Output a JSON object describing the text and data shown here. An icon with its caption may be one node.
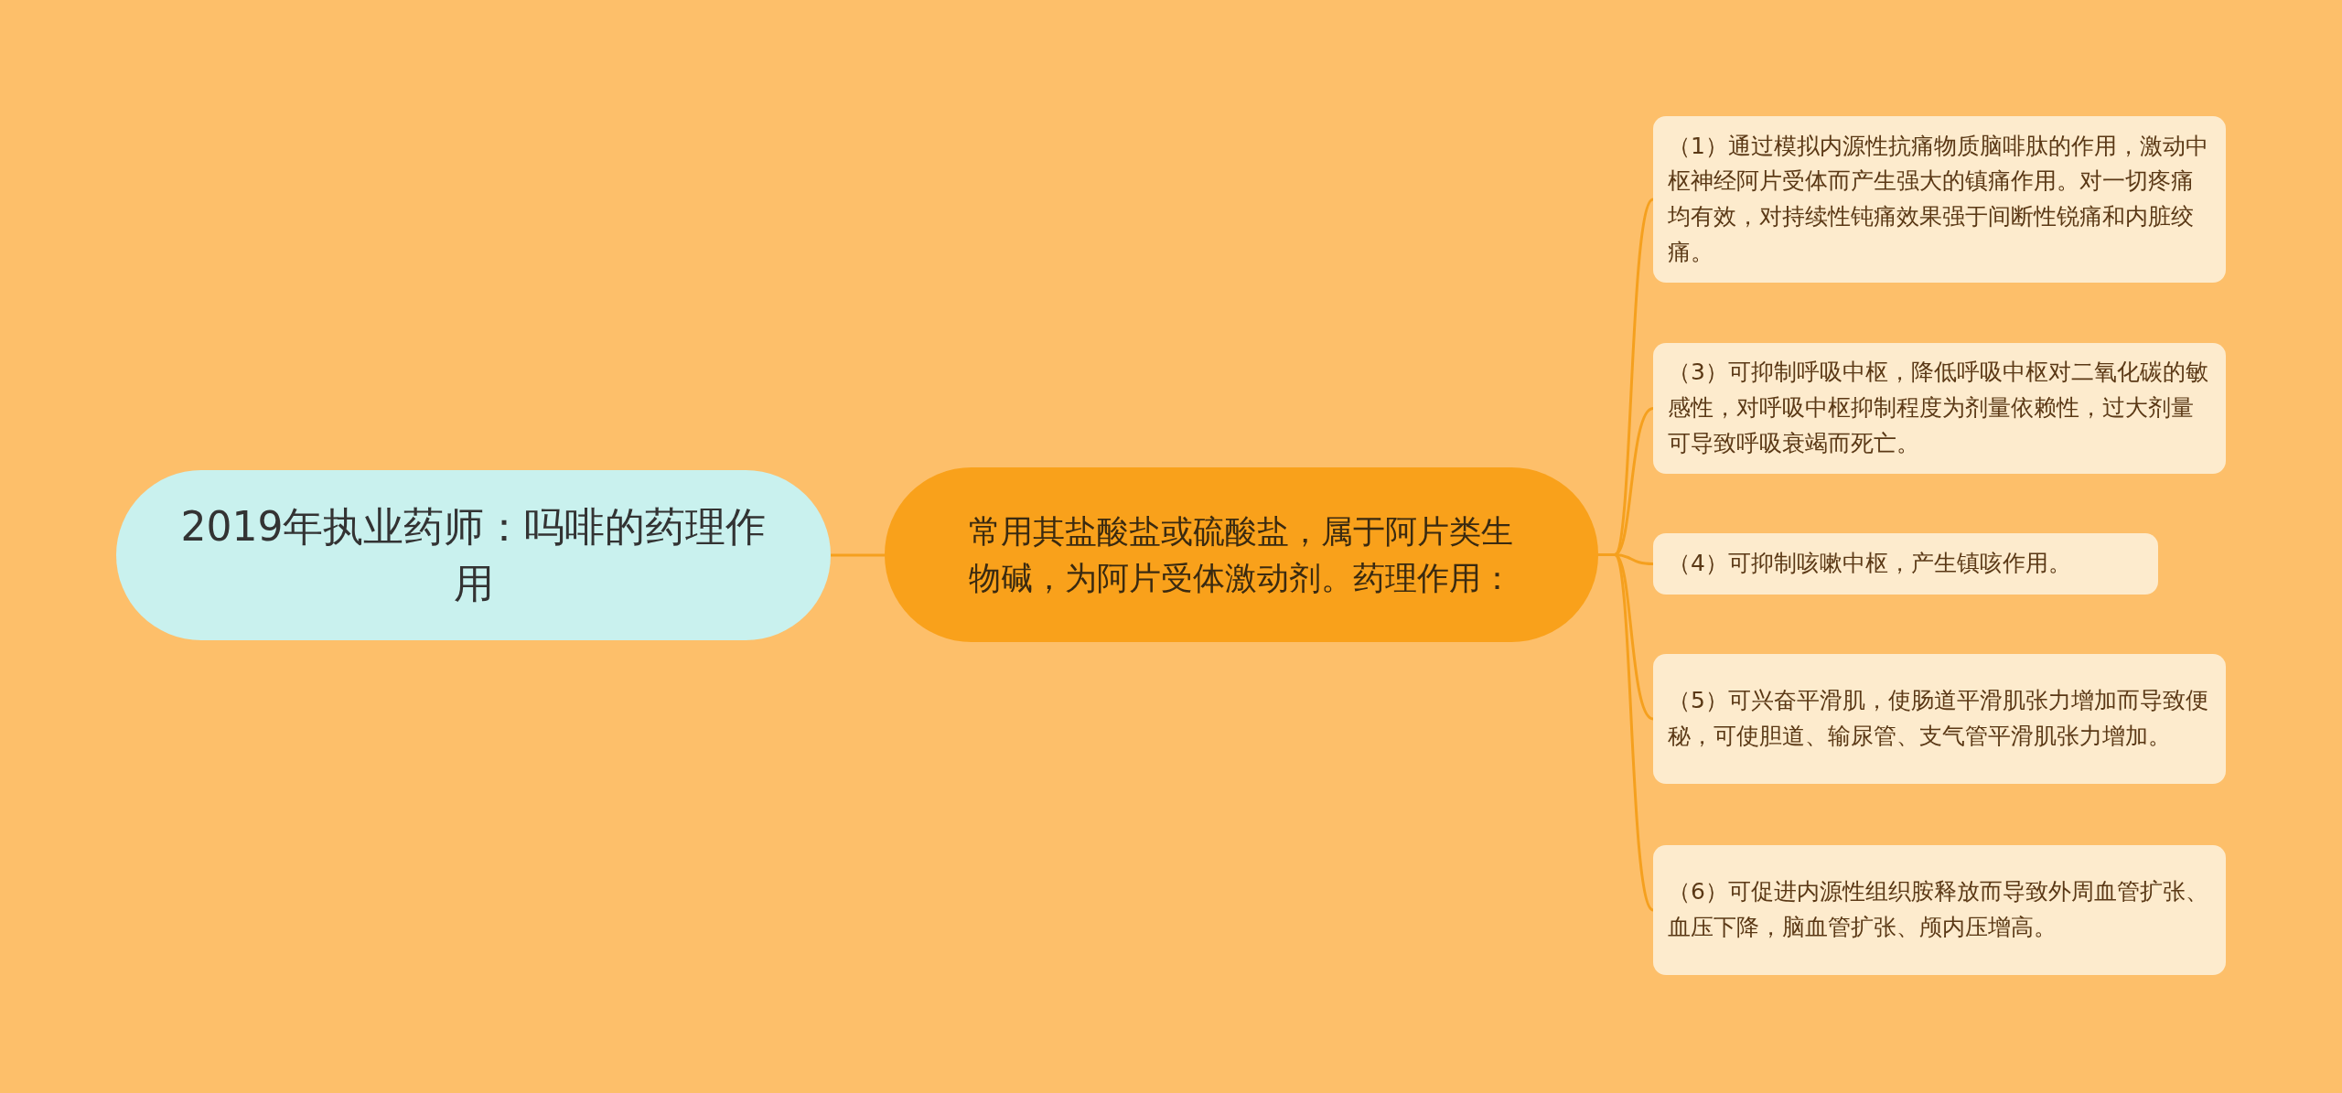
{
  "diagram": {
    "nodes": [
      {
        "text": [
          "2019年执业药师：吗啡的药理作用"
        ]
      },
      {
        "text": [
          "常用其盐酸盐或硫酸盐，属于阿片类生物碱，为阿片受体激动剂。药理作用："
        ]
      },
      {
        "text": [
          "（1）通过模拟内源性抗痛物质脑啡肽的作用，激动中枢神经阿片受体而产生强大的镇痛作用。对一切疼痛均有效，对持续性钝痛效果强于间断性锐痛和内脏绞痛。"
        ]
      },
      {
        "text": [
          "（3）可抑制呼吸中枢，降低呼吸中枢对二氧化碳的敏感性，对呼吸中枢抑制程度为剂量依赖性，过大剂量可导致呼吸衰竭而死亡。"
        ]
      },
      {
        "text": [
          "（4）可抑制咳嗽中枢，产生镇咳作用。"
        ]
      },
      {
        "text": [
          "（5）可兴奋平滑肌，使肠道平滑肌张力增加而导致便秘，可使胆道、输尿管、支气管平滑肌张力增加。"
        ]
      },
      {
        "text": [
          "（6）可促进内源性组织胺释放而导致外周血管扩张、血压下降，脑血管扩张、颅内压增高。"
        ]
      }
    ],
    "edges": [
      {
        "from": 0,
        "to": 1,
        "arrow": "none"
      },
      {
        "from": 1,
        "to": 2,
        "arrow": "none"
      },
      {
        "from": 1,
        "to": 3,
        "arrow": "none"
      },
      {
        "from": 1,
        "to": 4,
        "arrow": "none"
      },
      {
        "from": 1,
        "to": 5,
        "arrow": "none"
      },
      {
        "from": 1,
        "to": 6,
        "arrow": "none"
      }
    ]
  }
}
